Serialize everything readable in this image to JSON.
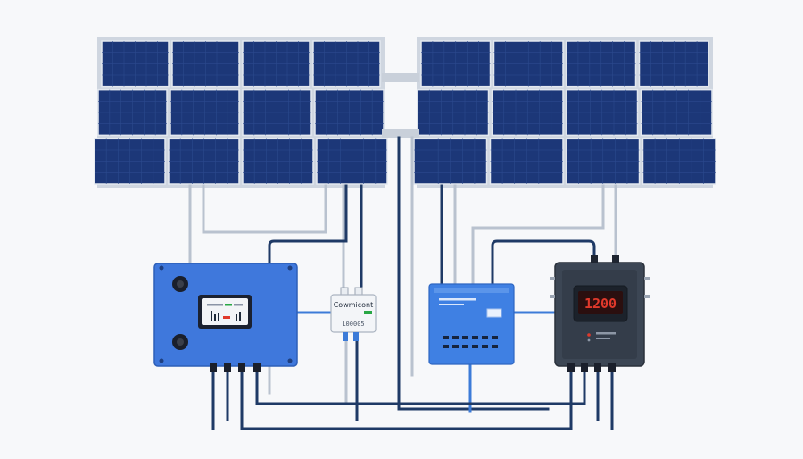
{
  "colors": {
    "background": "#f7f8fa",
    "panel_cell": "#1c3778",
    "panel_frame": "#cfd6e0",
    "wire_dark": "#1f3a66",
    "wire_light": "#b9c2cf",
    "wire_blue": "#3c7bd8",
    "controller_body": "#3f78dc",
    "inverter_body": "#3f80e3",
    "battery_body": "#3c4654",
    "display_red": "#e0392b"
  },
  "junction_box": {
    "label": "Cowmicont",
    "readout": "L00005"
  },
  "meter": {
    "display": "1200"
  },
  "icons": {
    "controller": "gauge-display-icon",
    "junction": "terminal-block-icon",
    "inverter": "vent-grille-icon",
    "battery": "digital-meter-icon"
  }
}
